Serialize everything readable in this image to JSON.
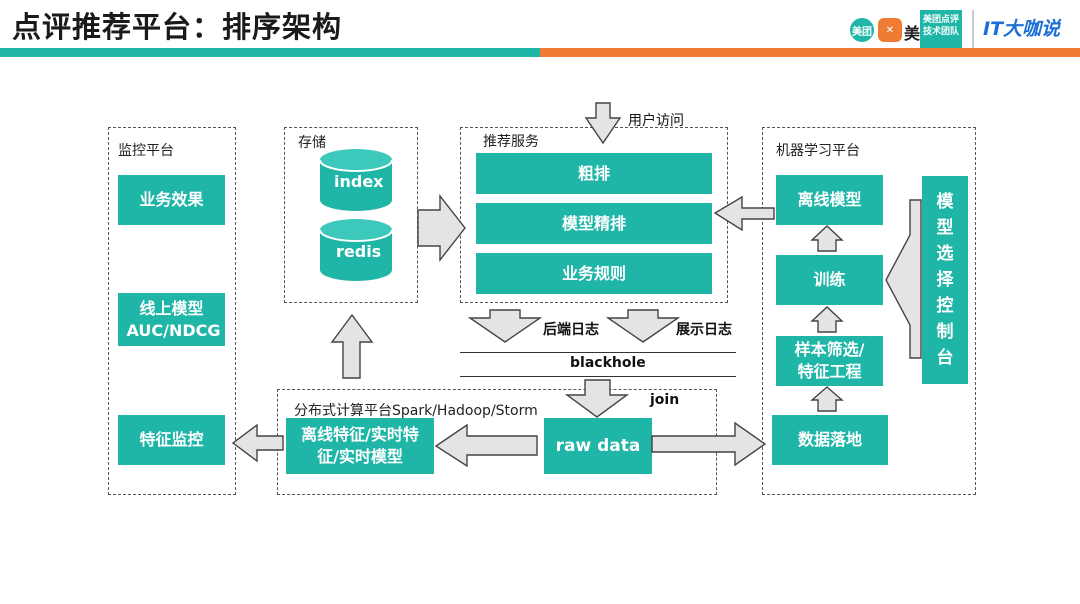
{
  "header": {
    "title": "点评推荐平台：排序架构",
    "logos": [
      "美团",
      "美团点评技术团队",
      "IT大咖说"
    ]
  },
  "colors": {
    "accent": "#1fb6a8",
    "orange": "#f07c33"
  },
  "panels": {
    "monitoring": {
      "label": "监控平台",
      "boxes": [
        "业务效果",
        "线上模型 AUC/NDCG",
        "特征监控"
      ]
    },
    "storage": {
      "label": "存储",
      "items": [
        "index",
        "redis"
      ]
    },
    "recommend": {
      "label": "推荐服务",
      "boxes": [
        "粗排",
        "模型精排",
        "业务规则"
      ]
    },
    "ml": {
      "label": "机器学习平台",
      "boxes": [
        "离线模型",
        "训练",
        "样本筛选/\n特征工程",
        "数据落地"
      ],
      "side": "模型选择控制台"
    },
    "compute": {
      "label": "分布式计算平台Spark/Hadoop/Storm",
      "boxes": [
        "离线特征/实时特\n征/实时模型",
        "raw data"
      ]
    }
  },
  "labels": {
    "user_access": "用户访问",
    "backend_log": "后端日志",
    "display_log": "展示日志",
    "blackhole": "blackhole",
    "join": "join"
  }
}
